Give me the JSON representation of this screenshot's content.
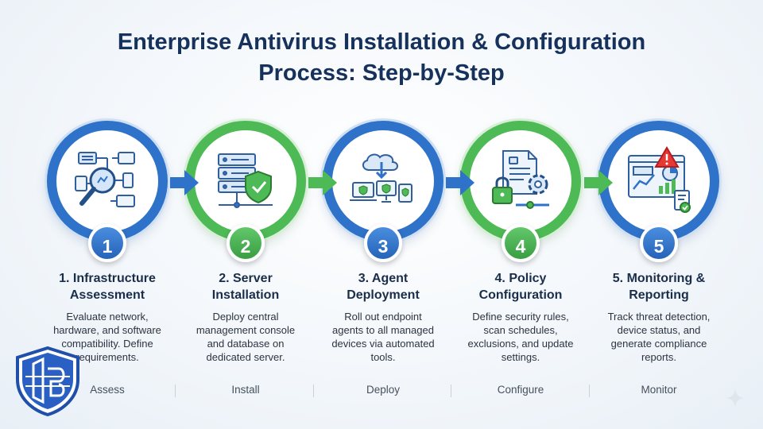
{
  "title": "Enterprise Antivirus Installation & Configuration\nProcess: Step-by-Step",
  "colors": {
    "blue": "#2f72c9",
    "green": "#4dba55",
    "title": "#16325c"
  },
  "steps": [
    {
      "number": "1",
      "title": "1. Infrastructure\nAssessment",
      "description": "Evaluate network,\nhardware, and software\ncompatibility. Define\nrequirements.",
      "label": "Assess",
      "color": "blue",
      "icon": "network-search-icon"
    },
    {
      "number": "2",
      "title": "2. Server\nInstallation",
      "description": "Deploy central\nmanagement console\nand database on\ndedicated server.",
      "label": "Install",
      "color": "green",
      "icon": "server-shield-icon"
    },
    {
      "number": "3",
      "title": "3. Agent\nDeployment",
      "description": "Roll out endpoint\nagents to all managed\ndevices via automated\ntools.",
      "label": "Deploy",
      "color": "blue",
      "icon": "cloud-devices-icon"
    },
    {
      "number": "4",
      "title": "4. Policy\nConfiguration",
      "description": "Define security rules,\nscan schedules,\nexclusions, and update\nsettings.",
      "label": "Configure",
      "color": "green",
      "icon": "policy-lock-gear-icon"
    },
    {
      "number": "5",
      "title": "5. Monitoring &\nReporting",
      "description": "Track threat detection,\ndevice status, and\ngenerate compliance\nreports.",
      "label": "Monitor",
      "color": "blue",
      "icon": "dashboard-alert-icon"
    }
  ]
}
